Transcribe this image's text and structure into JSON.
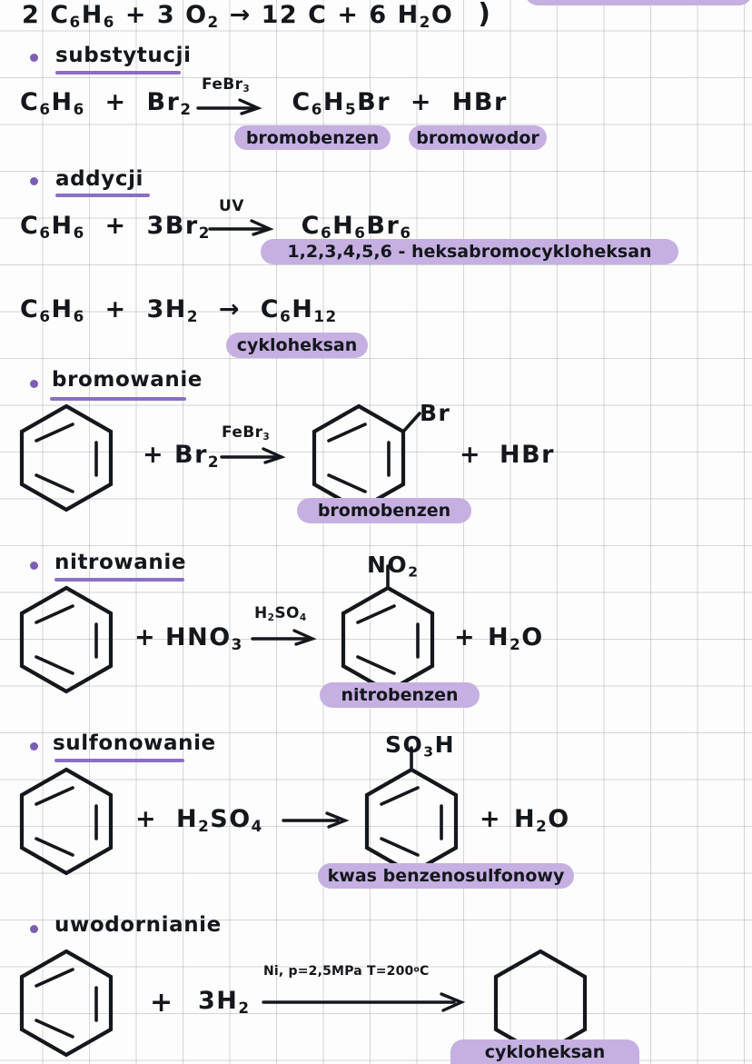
{
  "page": {
    "title": "Benzen - reakcje chemiczne (notatka odreczna)",
    "paper": "kratka",
    "ink_color": "#14171c",
    "highlight_color": "#c6b0e2",
    "accent_color": "#8b6fc4"
  },
  "top_equation": {
    "text": "2 C6H6 + 3 O2 → 12 C + 6 H2O",
    "parts": {
      "coeff1": "2",
      "reagent1": "C6H6",
      "plus1": "+",
      "coeff2": "3",
      "reagent2": "O2",
      "arrow": "→",
      "coeff3": "12",
      "product1": "C",
      "plus2": "+",
      "coeff4": "6",
      "product2": "H2O",
      "brace": ")"
    }
  },
  "top_cut_label": "",
  "sections": [
    {
      "id": "substytucji",
      "heading": "substytucji",
      "equation": "C6H6 + Br2 → C6H5Br + HBr",
      "catalyst": "FeBr3",
      "labels": [
        "bromobenzen",
        "bromowodor"
      ]
    },
    {
      "id": "addycji",
      "heading": "addycji",
      "equation": "C6H6 + 3Br2 → C6H6Br6",
      "catalyst": "UV",
      "labels": [
        "1,2,3,4,5,6 - heksabromocykloheksan"
      ],
      "equation2": "C6H6 + 3H2 → C6H12",
      "labels2": [
        "cykloheksan"
      ]
    },
    {
      "id": "bromowanie",
      "heading": "bromowanie",
      "catalyst": "FeBr3",
      "plus": "+",
      "reagent": "Br2",
      "substituent": "Br",
      "coproduct": "HBr",
      "label": "bromobenzen"
    },
    {
      "id": "nitrowanie",
      "heading": "nitrowanie",
      "catalyst": "H2SO4",
      "plus": "+",
      "reagent": "HNO3",
      "substituent": "NO2",
      "coproduct": "H2O",
      "label": "nitrobenzen"
    },
    {
      "id": "sulfonowanie",
      "heading": "sulfonowanie",
      "catalyst": "",
      "plus": "+",
      "reagent": "H2SO4",
      "substituent": "SO3H",
      "coproduct": "H2O",
      "label": "kwas benzenosulfonowy"
    },
    {
      "id": "uwodornianie",
      "heading": "uwodornianie",
      "catalyst": "Ni, p=2,5MPa  T=200°C",
      "plus": "+",
      "reagent": "3H2",
      "label": "cykloheksan"
    }
  ],
  "glyphs": {
    "plus": "+",
    "arrow": "→",
    "bullet": "•"
  }
}
